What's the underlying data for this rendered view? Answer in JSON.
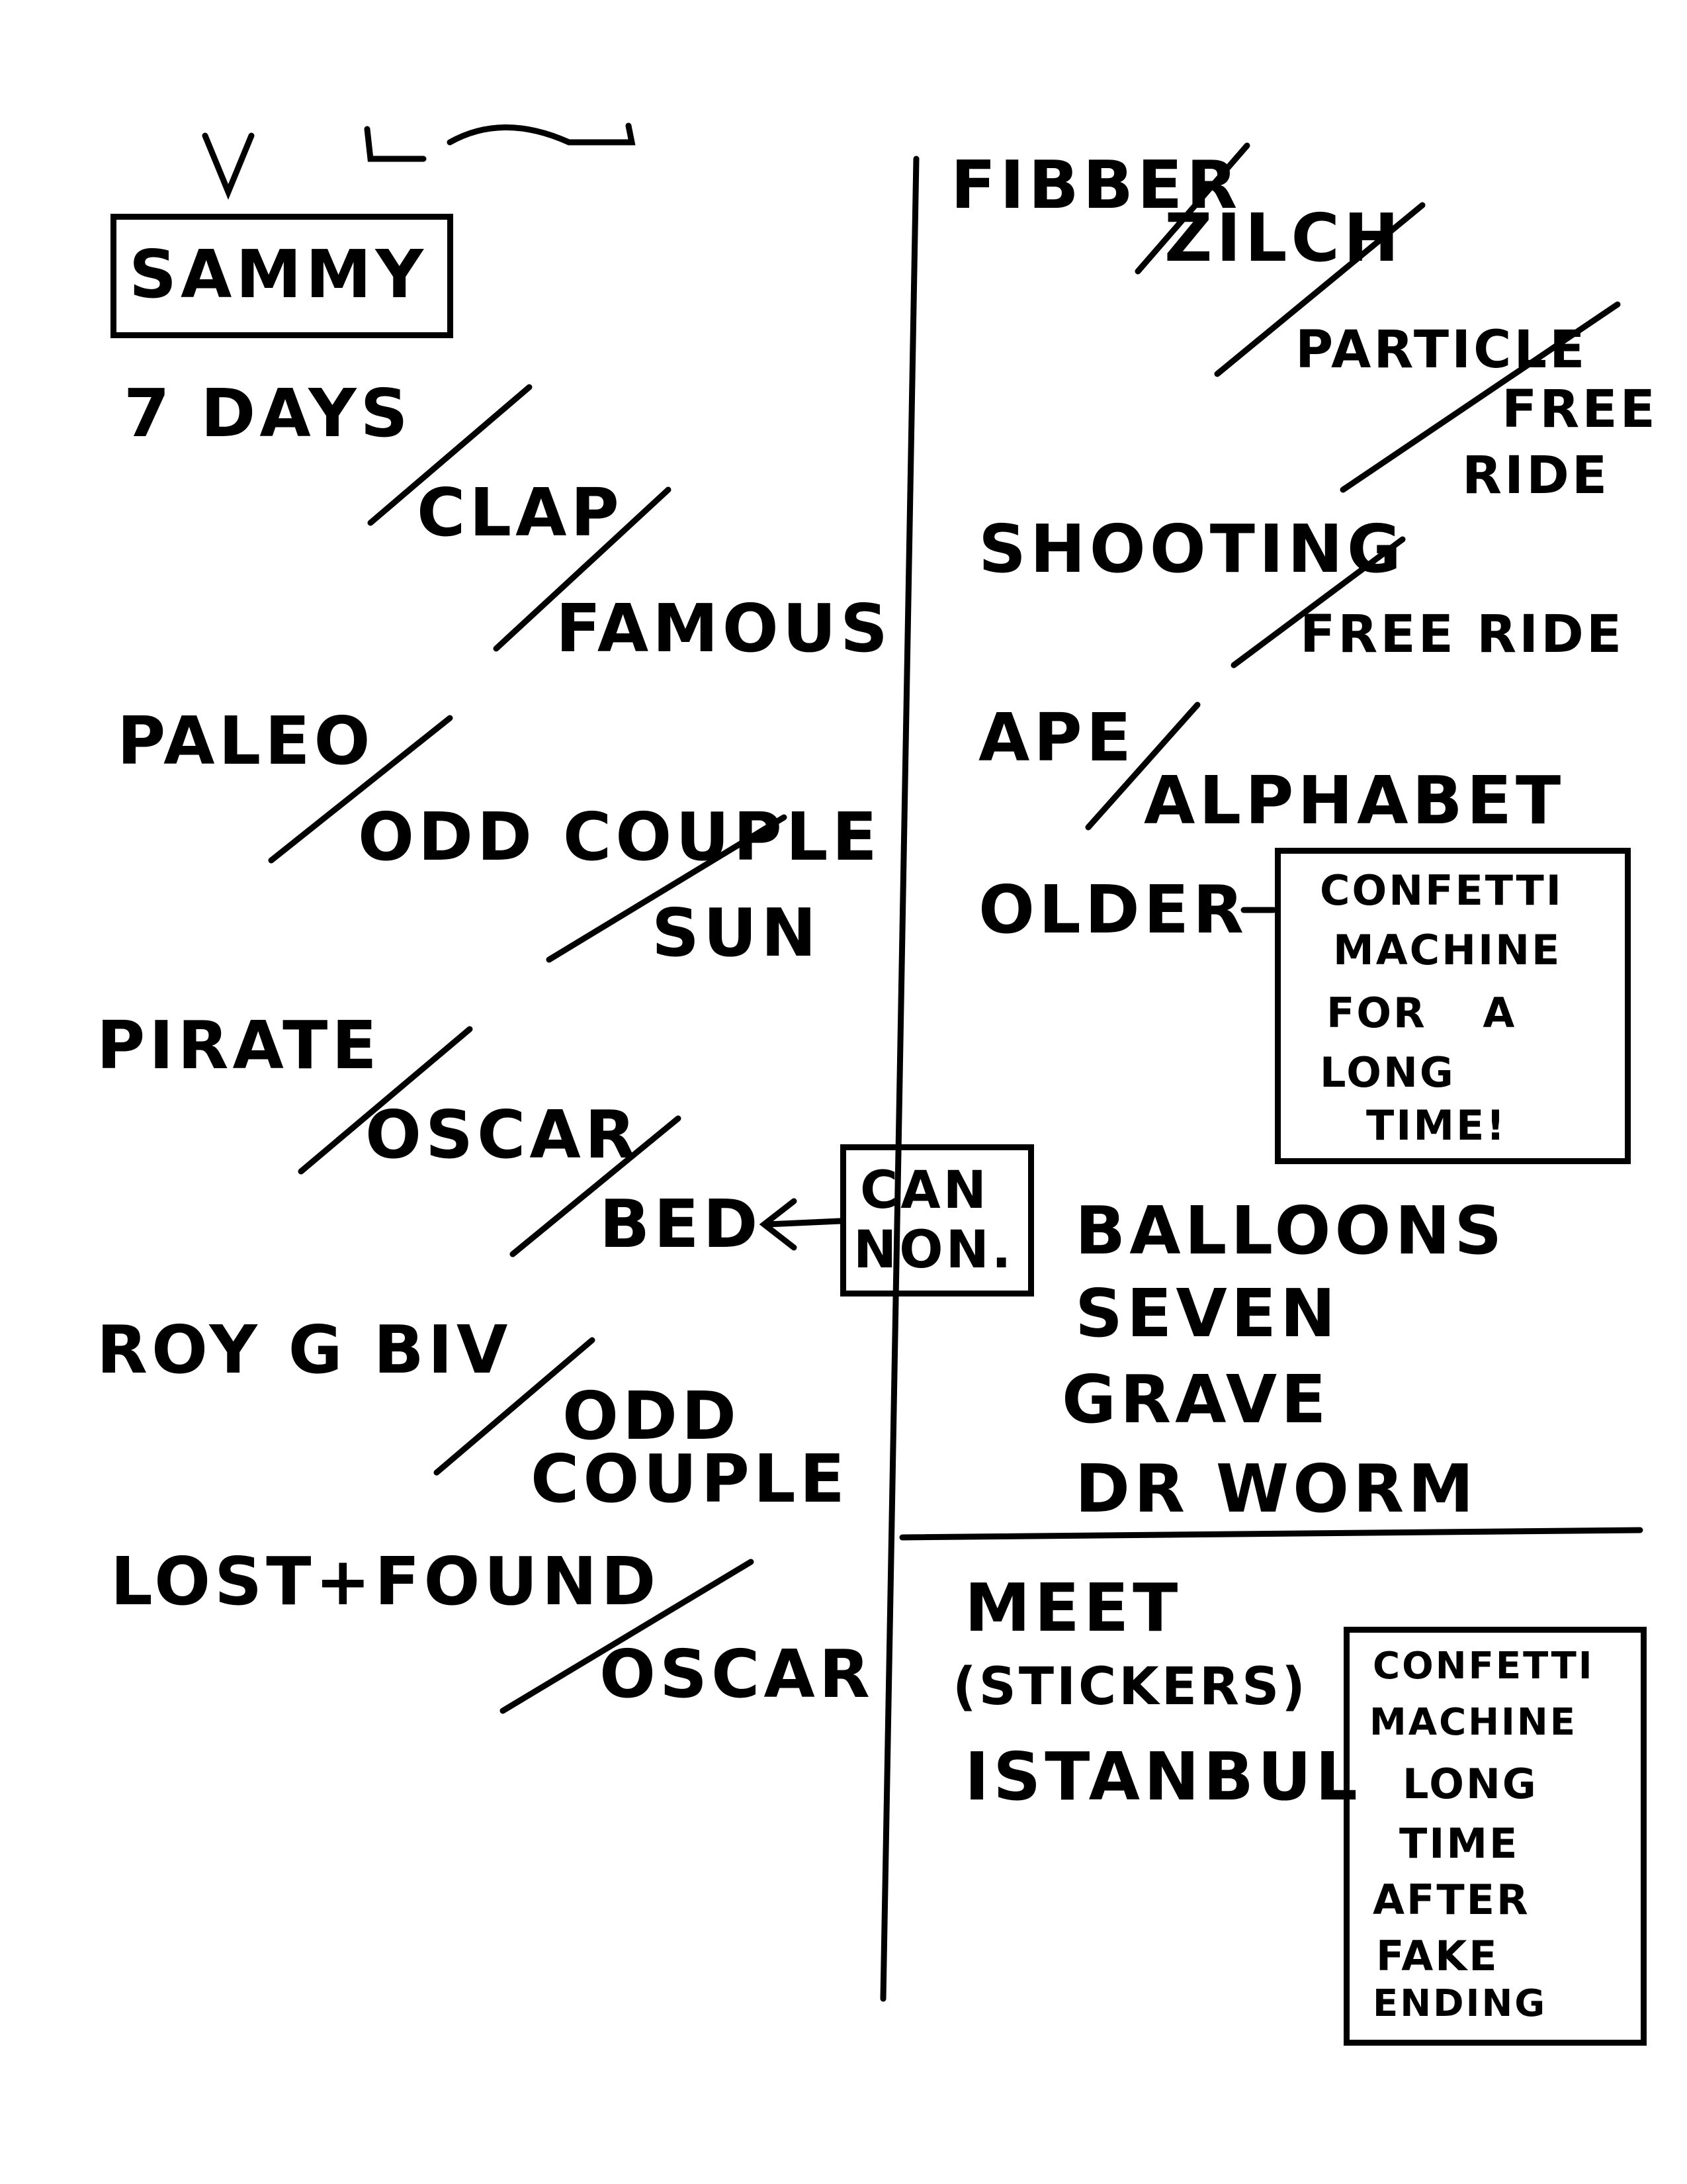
{
  "left_column": {
    "boxed_title": "SAMMY",
    "items": [
      {
        "text": "7 DAYS"
      },
      {
        "text": "CLAP"
      },
      {
        "text": "FAMOUS"
      },
      {
        "text": "PALEO"
      },
      {
        "text": "ODD COUPLE"
      },
      {
        "text": "SUN"
      },
      {
        "text": "PIRATE"
      },
      {
        "text": "OSCAR"
      },
      {
        "text": "BED"
      },
      {
        "text": "ROY G BIV"
      },
      {
        "text": "ODD"
      },
      {
        "text": "COUPLE"
      },
      {
        "text": "LOST+FOUND"
      },
      {
        "text": "OSCAR"
      }
    ],
    "cannon_note": [
      "CAN",
      "NON."
    ]
  },
  "right_column": {
    "items": [
      {
        "text": "FIBBER"
      },
      {
        "text": "ZILCH"
      },
      {
        "text": "PARTICLE"
      },
      {
        "text": "FREE"
      },
      {
        "text": "RIDE"
      },
      {
        "text": "SHOOTING"
      },
      {
        "text": "FREE RIDE"
      },
      {
        "text": "APE"
      },
      {
        "text": "ALPHABET"
      },
      {
        "text": "OLDER"
      },
      {
        "text": "BALLOONS"
      },
      {
        "text": "SEVEN"
      },
      {
        "text": "GRAVE"
      },
      {
        "text": "DR WORM"
      }
    ],
    "note1": [
      "CONFETTI",
      "MACHINE",
      "FOR A",
      "LONG",
      "TIME!"
    ],
    "encore": [
      {
        "text": "MEET"
      },
      {
        "text": "(STICKERS)"
      },
      {
        "text": "ISTANBUL"
      }
    ],
    "note2": [
      "CONFETTI",
      "MACHINE",
      "LONG",
      "TIME",
      "AFTER",
      "FAKE",
      "ENDING"
    ]
  }
}
